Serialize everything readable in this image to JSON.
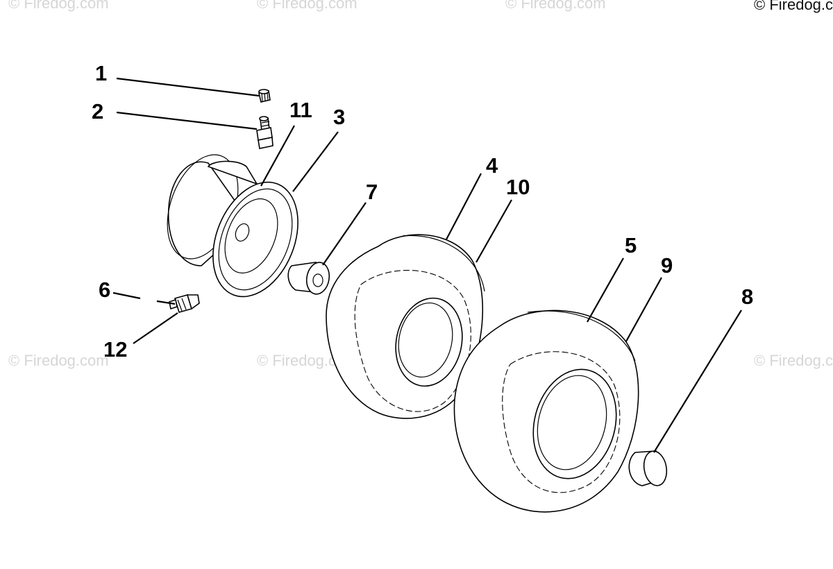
{
  "copyright": "© Firedog.com",
  "watermark": "© Firedog.com",
  "callouts": {
    "c1": "1",
    "c2": "2",
    "c3": "3",
    "c4": "4",
    "c5": "5",
    "c6": "6",
    "c7": "7",
    "c8": "8",
    "c9": "9",
    "c10": "10",
    "c11": "11",
    "c12": "12"
  },
  "parts": [
    {
      "ref": "1",
      "icon": "valve-cap-icon"
    },
    {
      "ref": "2",
      "icon": "valve-stem-icon"
    },
    {
      "ref": "3",
      "icon": "wheel-rim-icon"
    },
    {
      "ref": "4",
      "icon": "front-tire-icon"
    },
    {
      "ref": "5",
      "icon": "rear-tire-icon"
    },
    {
      "ref": "6",
      "icon": "grease-fitting-icon"
    },
    {
      "ref": "7",
      "icon": "bushing-icon"
    },
    {
      "ref": "8",
      "icon": "hub-cap-icon"
    },
    {
      "ref": "9",
      "icon": "rear-tire-tread-icon"
    },
    {
      "ref": "10",
      "icon": "front-tire-tread-icon"
    },
    {
      "ref": "11",
      "icon": "rim-flange-icon"
    },
    {
      "ref": "12",
      "icon": "fitting-nut-icon"
    }
  ]
}
